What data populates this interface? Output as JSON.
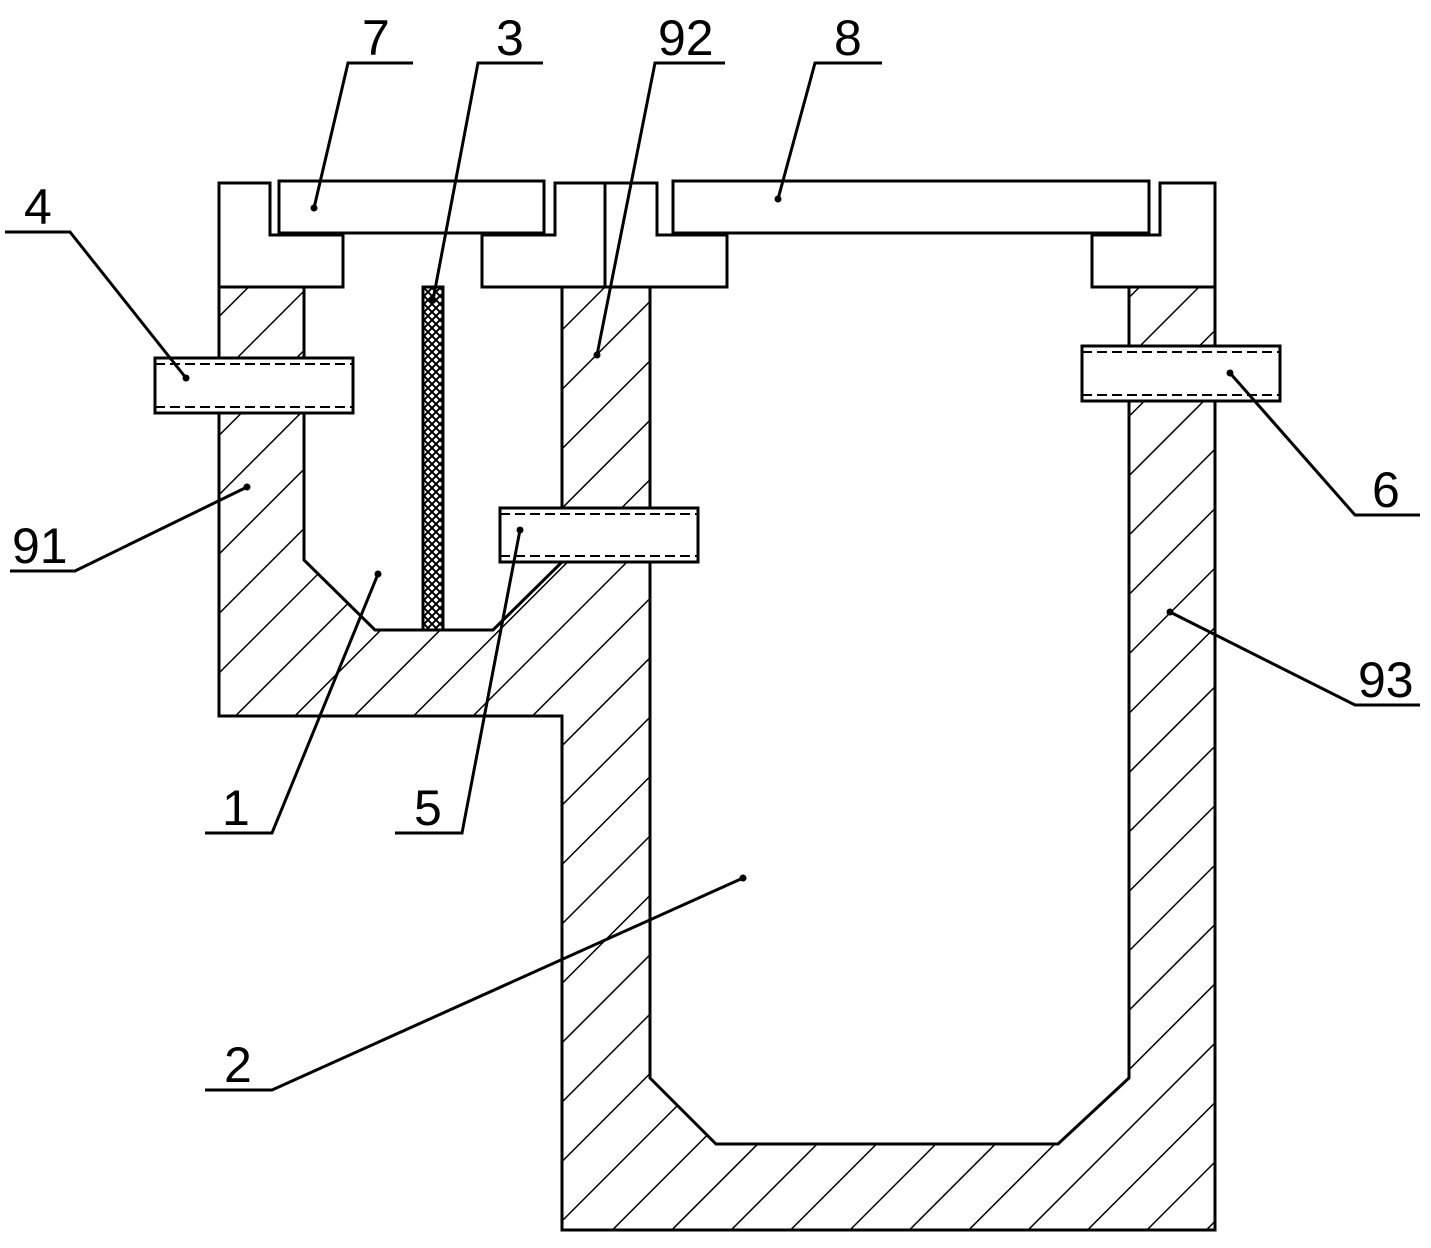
{
  "diagram": {
    "type": "patent cross-section drawing",
    "labels": {
      "l7": "7",
      "l3": "3",
      "l92": "92",
      "l8": "8",
      "l4": "4",
      "l91": "91",
      "l6": "6",
      "l93": "93",
      "l1": "1",
      "l5": "5",
      "l2": "2"
    },
    "colors": {
      "line": "#000000",
      "background": "#ffffff"
    }
  }
}
